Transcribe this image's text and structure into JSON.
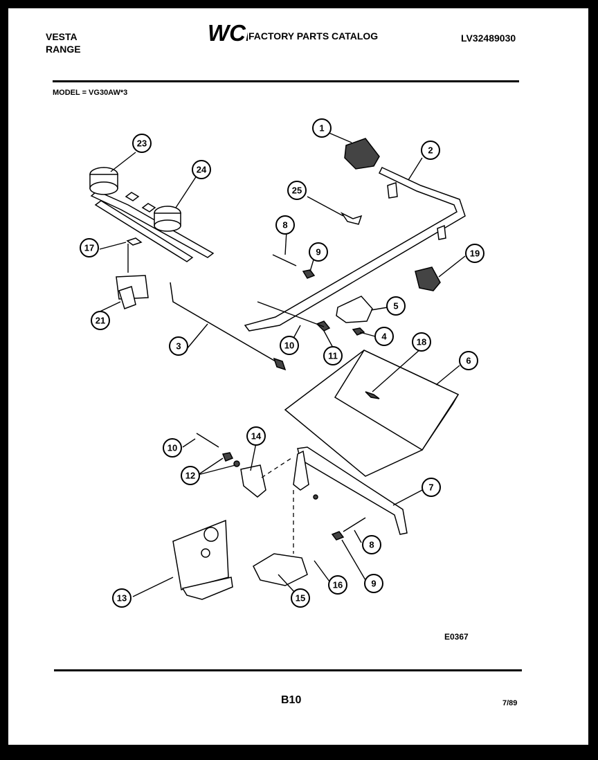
{
  "header": {
    "brand_line1": "VESTA",
    "brand_line2": "RANGE",
    "logo_text": "WCI",
    "catalog_title": "FACTORY PARTS CATALOG",
    "catalog_number": "LV32489030",
    "model": "MODEL = VG30AW*3"
  },
  "diagram": {
    "callouts": [
      "1",
      "2",
      "3",
      "4",
      "5",
      "6",
      "7",
      "8",
      "9",
      "10",
      "11",
      "12",
      "13",
      "14",
      "15",
      "16",
      "17",
      "18",
      "19",
      "21",
      "23",
      "24",
      "25",
      "8",
      "9",
      "10"
    ],
    "code": "E0367"
  },
  "footer": {
    "page": "B10",
    "date": "7/89"
  }
}
